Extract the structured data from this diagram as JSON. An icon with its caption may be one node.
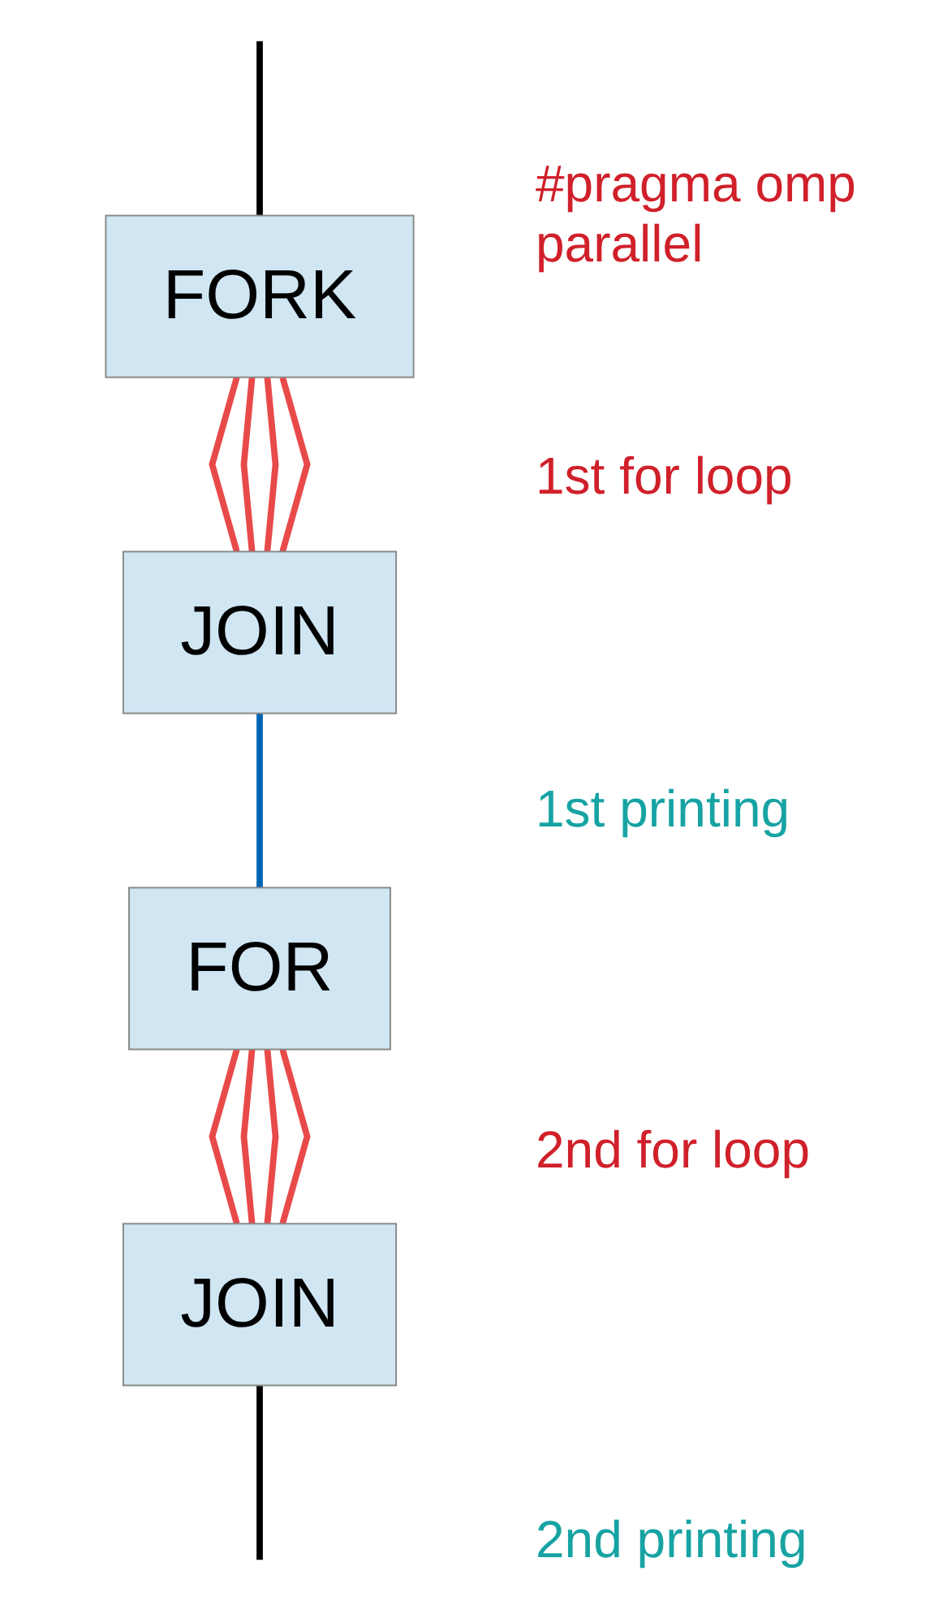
{
  "diagram": {
    "nodes": [
      {
        "text": [
          "FORK"
        ]
      },
      {
        "text": [
          "JOIN"
        ]
      },
      {
        "text": [
          "FOR"
        ]
      },
      {
        "text": [
          "JOIN"
        ]
      }
    ],
    "edges": [
      {
        "from": null,
        "to": 0,
        "arrow": "none",
        "color": "#000000"
      },
      {
        "from": 0,
        "to": 1,
        "arrow": "none"
      },
      {
        "from": 0,
        "to": 1,
        "arrow": "none"
      },
      {
        "from": 0,
        "to": 1,
        "arrow": "none"
      },
      {
        "from": 0,
        "to": 1,
        "arrow": "none"
      },
      {
        "from": 1,
        "to": 2,
        "arrow": "none",
        "color": "#0066b3"
      },
      {
        "from": 2,
        "to": 3,
        "arrow": "none"
      },
      {
        "from": 2,
        "to": 3,
        "arrow": "none"
      },
      {
        "from": 2,
        "to": 3,
        "arrow": "none"
      },
      {
        "from": 2,
        "to": 3,
        "arrow": "none"
      },
      {
        "from": 3,
        "to": null,
        "arrow": "none",
        "color": "#000000"
      }
    ],
    "labels": [
      "#pragma omp parallel",
      "1st for loop",
      "1st printing",
      "2nd for loop",
      "2nd printing"
    ]
  }
}
